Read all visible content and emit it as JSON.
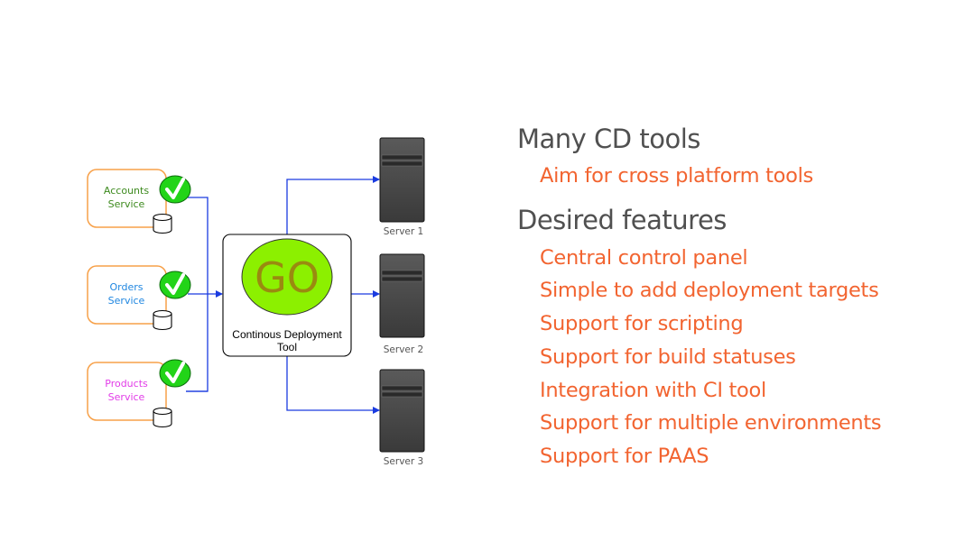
{
  "diagram": {
    "services": [
      {
        "line1": "Accounts",
        "line2": "Service",
        "color": "#3d8a1e"
      },
      {
        "line1": "Orders",
        "line2": "Service",
        "color": "#1f86e0"
      },
      {
        "line1": "Products",
        "line2": "Service",
        "color": "#e23ce8"
      }
    ],
    "tool": {
      "logo": "GO",
      "label_line1": "Continous Deployment",
      "label_line2": "Tool"
    },
    "servers": [
      {
        "label": "Server 1"
      },
      {
        "label": "Server 2"
      },
      {
        "label": "Server 3"
      }
    ],
    "colors": {
      "service_border": "#f7a048",
      "connector": "#1a3be0",
      "check_fill": "#22d418",
      "go_fill": "#8cf000",
      "go_text": "#9a8a10",
      "server_body": "#454545",
      "server_label": "#555555"
    }
  },
  "text": {
    "sections": [
      {
        "heading": "Many CD tools",
        "bullets": [
          "Aim for cross platform tools"
        ]
      },
      {
        "heading": "Desired features",
        "bullets": [
          "Central control panel",
          "Simple to add deployment targets",
          "Support for scripting",
          "Support for build statuses",
          "Integration with CI tool",
          "Support for multiple environments",
          "Support for PAAS"
        ]
      }
    ]
  }
}
